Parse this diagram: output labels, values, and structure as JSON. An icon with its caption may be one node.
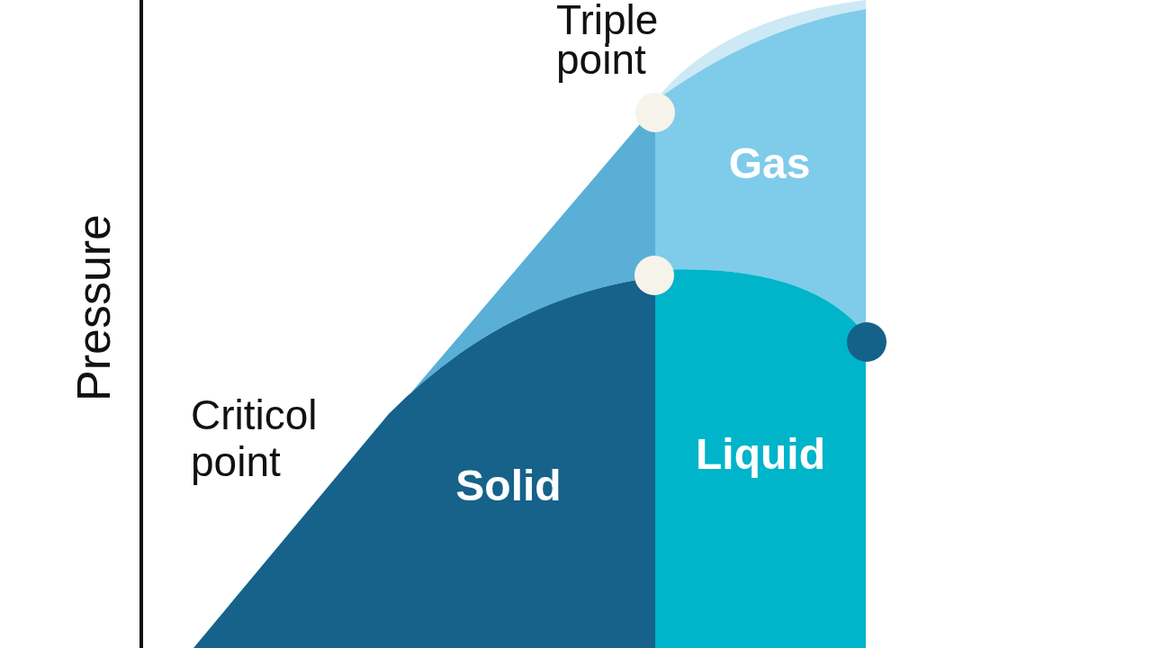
{
  "diagram": {
    "nodes": [
      {
        "text": [
          "Gas"
        ]
      },
      {
        "text": [
          "Liquid"
        ]
      },
      {
        "text": [
          "Solid"
        ]
      }
    ],
    "labels": [
      "Triple point",
      "Criticol point",
      "Pressure"
    ]
  }
}
